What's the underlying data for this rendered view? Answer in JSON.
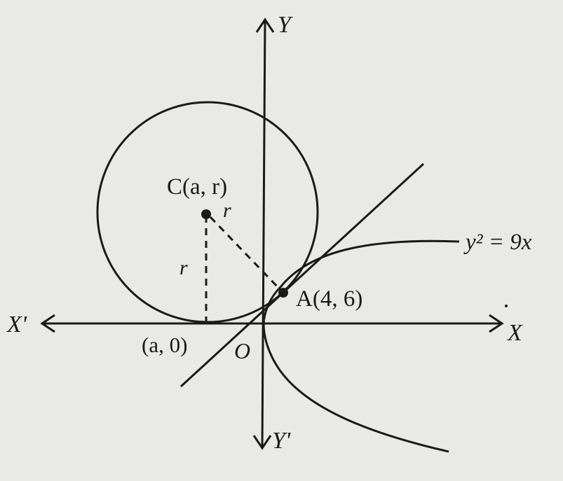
{
  "labels": {
    "y_axis": "Y",
    "y_axis_neg": "Y'",
    "x_axis": "X",
    "x_axis_neg": "X'",
    "origin": "O",
    "center": "C(a, r)",
    "radius_slant": "r",
    "radius_vertical": "r",
    "tangent_foot": "(a, 0)",
    "point": "A(4, 6)",
    "curve": "y² = 9x"
  },
  "colors": {
    "background": "#e9e9e7",
    "ink": "#1a1a1a"
  }
}
